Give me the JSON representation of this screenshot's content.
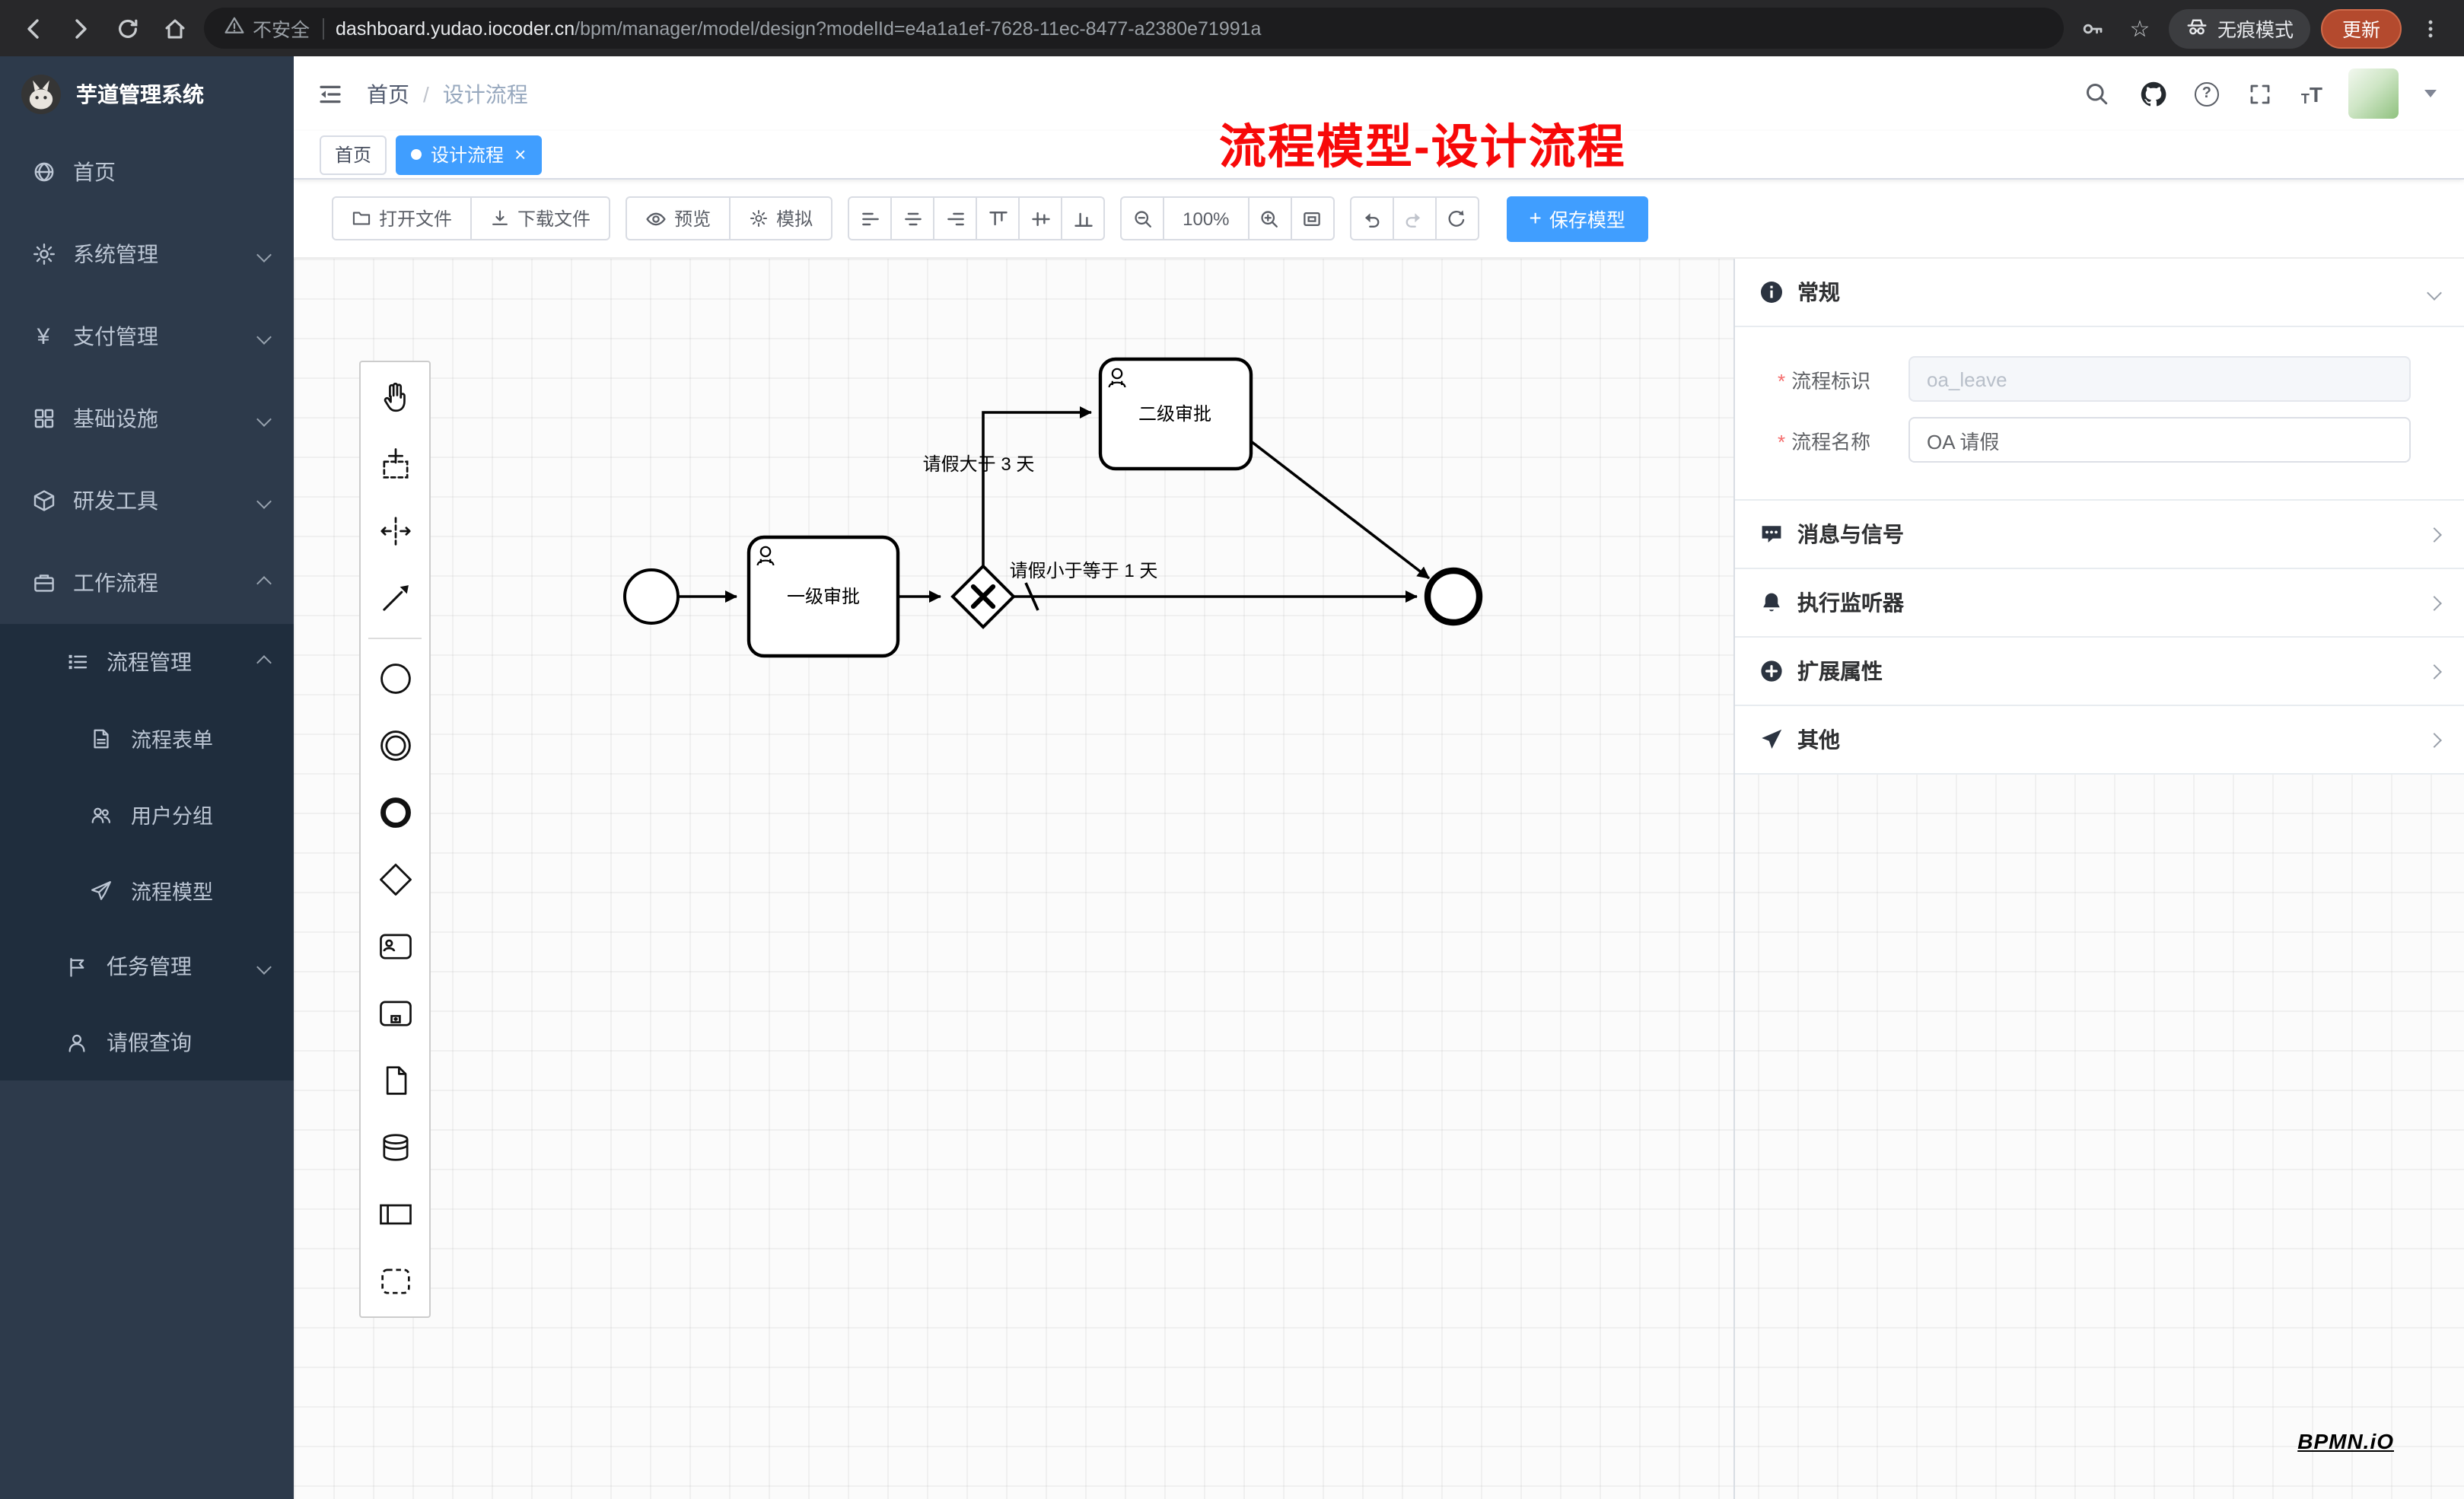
{
  "browser": {
    "not_secure": "不安全",
    "url_host": "dashboard.yudao.iocoder.cn",
    "url_path": "/bpm/manager/model/design?modelId=e4a1a1ef-7628-11ec-8477-a2380e71991a",
    "incognito": "无痕模式",
    "update": "更新",
    "icons": [
      "back-arrow",
      "forward-arrow",
      "reload",
      "home",
      "warning-triangle",
      "key",
      "star",
      "incognito",
      "more-vertical"
    ]
  },
  "sidebar": {
    "title": "芋道管理系统",
    "items": [
      {
        "label": "首页",
        "icon": "globe",
        "level": 1
      },
      {
        "label": "系统管理",
        "icon": "gear",
        "level": 1,
        "chevron": "down"
      },
      {
        "label": "支付管理",
        "icon": "yen",
        "level": 1,
        "chevron": "down"
      },
      {
        "label": "基础设施",
        "icon": "grid",
        "level": 1,
        "chevron": "down"
      },
      {
        "label": "研发工具",
        "icon": "cube",
        "level": 1,
        "chevron": "down"
      },
      {
        "label": "工作流程",
        "icon": "briefcase",
        "level": 1,
        "chevron": "up"
      },
      {
        "label": "流程管理",
        "icon": "stream",
        "level": 2,
        "chevron": "up"
      },
      {
        "label": "流程表单",
        "icon": "document",
        "level": 3
      },
      {
        "label": "用户分组",
        "icon": "user-group",
        "level": 3
      },
      {
        "label": "流程模型",
        "icon": "paper-plane",
        "level": 3
      },
      {
        "label": "任务管理",
        "icon": "flag",
        "level": 2,
        "chevron": "down"
      },
      {
        "label": "请假查询",
        "icon": "person",
        "level": 2
      }
    ]
  },
  "header": {
    "breadcrumb_home": "首页",
    "breadcrumb_current": "设计流程",
    "annotation": "流程模型-设计流程",
    "icons": [
      "search",
      "github",
      "question",
      "fullscreen",
      "font-size",
      "avatar",
      "caret-down"
    ]
  },
  "tabs": [
    {
      "label": "首页",
      "active": false
    },
    {
      "label": "设计流程",
      "active": true
    }
  ],
  "toolbar": {
    "open_file": "打开文件",
    "download_file": "下载文件",
    "preview": "预览",
    "simulate": "模拟",
    "zoom_level": "100%",
    "save_model": "保存模型",
    "align_icons": [
      "align-left",
      "align-center",
      "align-right",
      "align-top",
      "align-middle",
      "align-bottom"
    ],
    "history_icons": [
      "undo",
      "redo",
      "restart"
    ]
  },
  "palette": {
    "tools": [
      "hand-tool",
      "lasso-tool",
      "space-tool",
      "global-connect-tool",
      "start-event",
      "intermediate-event",
      "end-event",
      "exclusive-gateway",
      "user-task",
      "subprocess",
      "data-object",
      "data-store",
      "participant-pool",
      "group"
    ]
  },
  "diagram": {
    "task1_label": "一级审批",
    "task2_label": "二级审批",
    "flow_gt3_label": "请假大于 3 天",
    "flow_le1_label": "请假小于等于 1 天"
  },
  "panel": {
    "general_title": "常规",
    "key_label": "流程标识",
    "key_value": "oa_leave",
    "name_label": "流程名称",
    "name_value": "OA 请假",
    "sections": [
      {
        "title": "消息与信号",
        "icon": "comment"
      },
      {
        "title": "执行监听器",
        "icon": "bell"
      },
      {
        "title": "扩展属性",
        "icon": "plus-circle"
      },
      {
        "title": "其他",
        "icon": "send"
      }
    ]
  },
  "watermark": {
    "text": "BPMN.iO"
  },
  "colors": {
    "accent": "#409eff",
    "sidebar_bg": "#2d3a4b",
    "submenu_bg": "#1f2d3d",
    "annotation_red": "#f70909",
    "chrome_bg": "#28282a",
    "update_btn": "#b44a2e"
  }
}
